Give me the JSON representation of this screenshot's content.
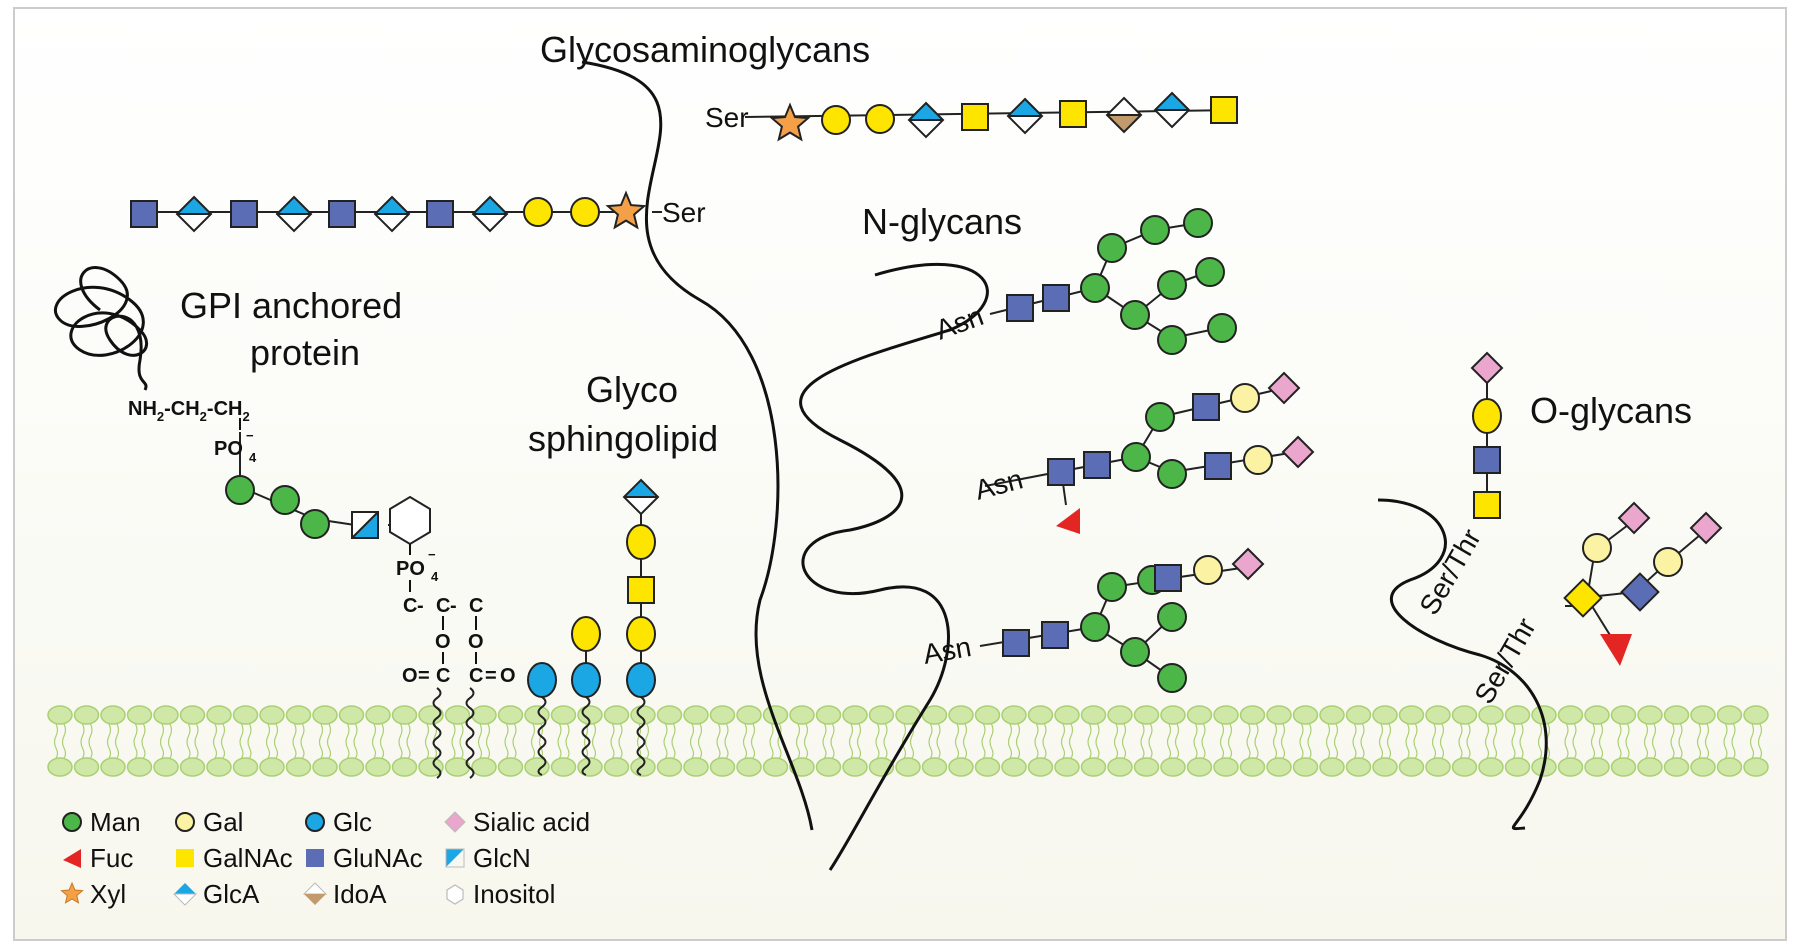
{
  "titles": {
    "gag": "Glycosaminoglycans",
    "nglycans": "N-glycans",
    "oglycans": "O-glycans",
    "gpi_line1": "GPI anchored",
    "gpi_line2": "protein",
    "gsl_line1": "Glyco",
    "gsl_line2": "sphingolipid"
  },
  "residues": {
    "ser": "Ser",
    "asn": "Asn",
    "ser_thr": "Ser/Thr"
  },
  "chem": {
    "nh2": "NH",
    "ch2": "-CH",
    "po": "PO",
    "sub2": "2",
    "sub4": "4",
    "minus": "−",
    "c": "C",
    "o": "O",
    "dash": "-",
    "eq": "="
  },
  "legend": [
    {
      "label": "Man",
      "icon": "green-circle-icon"
    },
    {
      "label": "Gal",
      "icon": "light-yellow-circle-icon"
    },
    {
      "label": "Glc",
      "icon": "blue-circle-icon"
    },
    {
      "label": "Sialic acid",
      "icon": "pink-diamond-icon"
    },
    {
      "label": "Fuc",
      "icon": "red-triangle-icon"
    },
    {
      "label": "GalNAc",
      "icon": "yellow-square-icon"
    },
    {
      "label": "GluNAc",
      "icon": "blue-square-icon"
    },
    {
      "label": "GlcN",
      "icon": "half-blue-square-icon"
    },
    {
      "label": "Xyl",
      "icon": "orange-star-icon"
    },
    {
      "label": "GlcA",
      "icon": "half-blue-diamond-icon"
    },
    {
      "label": "IdoA",
      "icon": "half-tan-diamond-icon"
    },
    {
      "label": "Inositol",
      "icon": "hexagon-icon"
    }
  ],
  "colors": {
    "man": "#4cb748",
    "gal_light": "#fbf3a3",
    "gal": "#fde500",
    "glc": "#1ba6e4",
    "sialic": "#eaa6cc",
    "fuc": "#e32624",
    "galnac": "#fde500",
    "glcnac": "#5b6db5",
    "xyl": "#f3a048",
    "idoa": "#c39a6b",
    "membrane": "#cfe8a7",
    "membrane_stroke": "#a9d072"
  }
}
